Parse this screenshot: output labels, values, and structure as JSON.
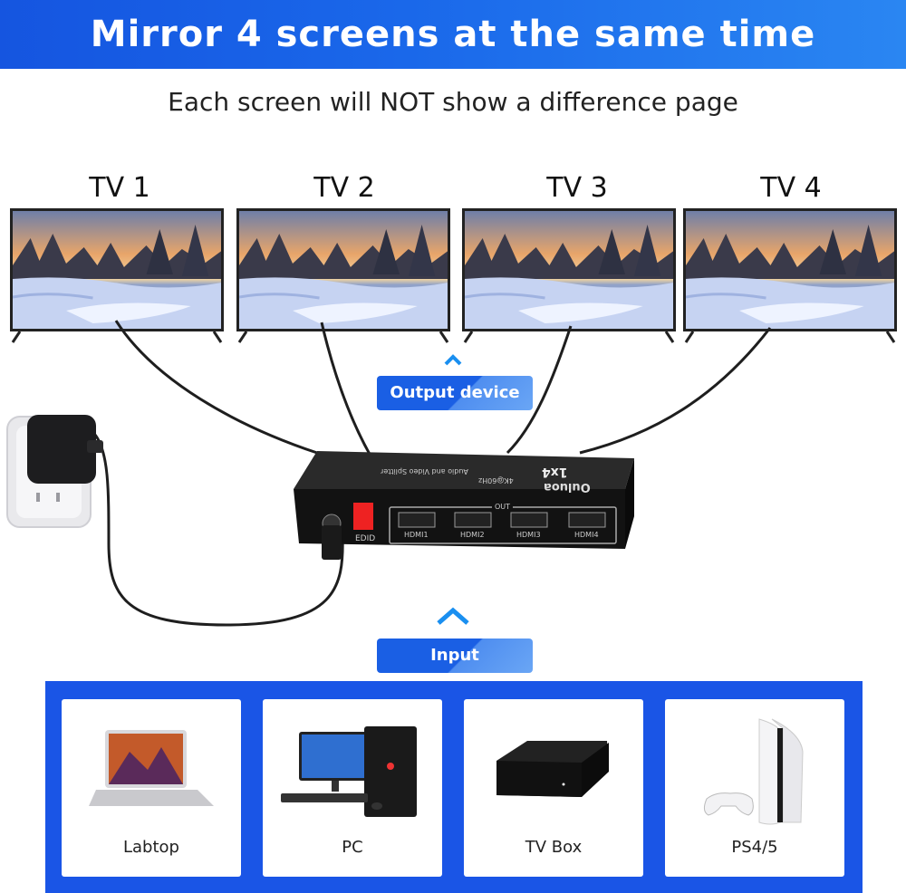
{
  "header": {
    "title": "Mirror 4 screens at the same time"
  },
  "subtitle": "Each screen will NOT show a difference page",
  "tvs": [
    {
      "label": "TV 1"
    },
    {
      "label": "TV 2"
    },
    {
      "label": "TV 3"
    },
    {
      "label": "TV 4"
    }
  ],
  "output_label": "Output device",
  "input_label": "Input",
  "splitter": {
    "brand": "Ouluoa",
    "model": "1x4",
    "spec": "4K@60Hz",
    "description": "Audio and Video Splitter",
    "edid_label": "EDID",
    "out_label": "OUT",
    "ports": [
      "HDMI1",
      "HDMI2",
      "HDMI3",
      "HDMI4"
    ]
  },
  "devices": [
    {
      "label": "Labtop",
      "icon": "laptop-icon"
    },
    {
      "label": "PC",
      "icon": "desktop-pc-icon"
    },
    {
      "label": "TV Box",
      "icon": "tv-box-icon"
    },
    {
      "label": "PS4/5",
      "icon": "game-console-icon"
    }
  ],
  "colors": {
    "brand_blue": "#1a55e6",
    "banner_blue": "#1a68ea"
  }
}
